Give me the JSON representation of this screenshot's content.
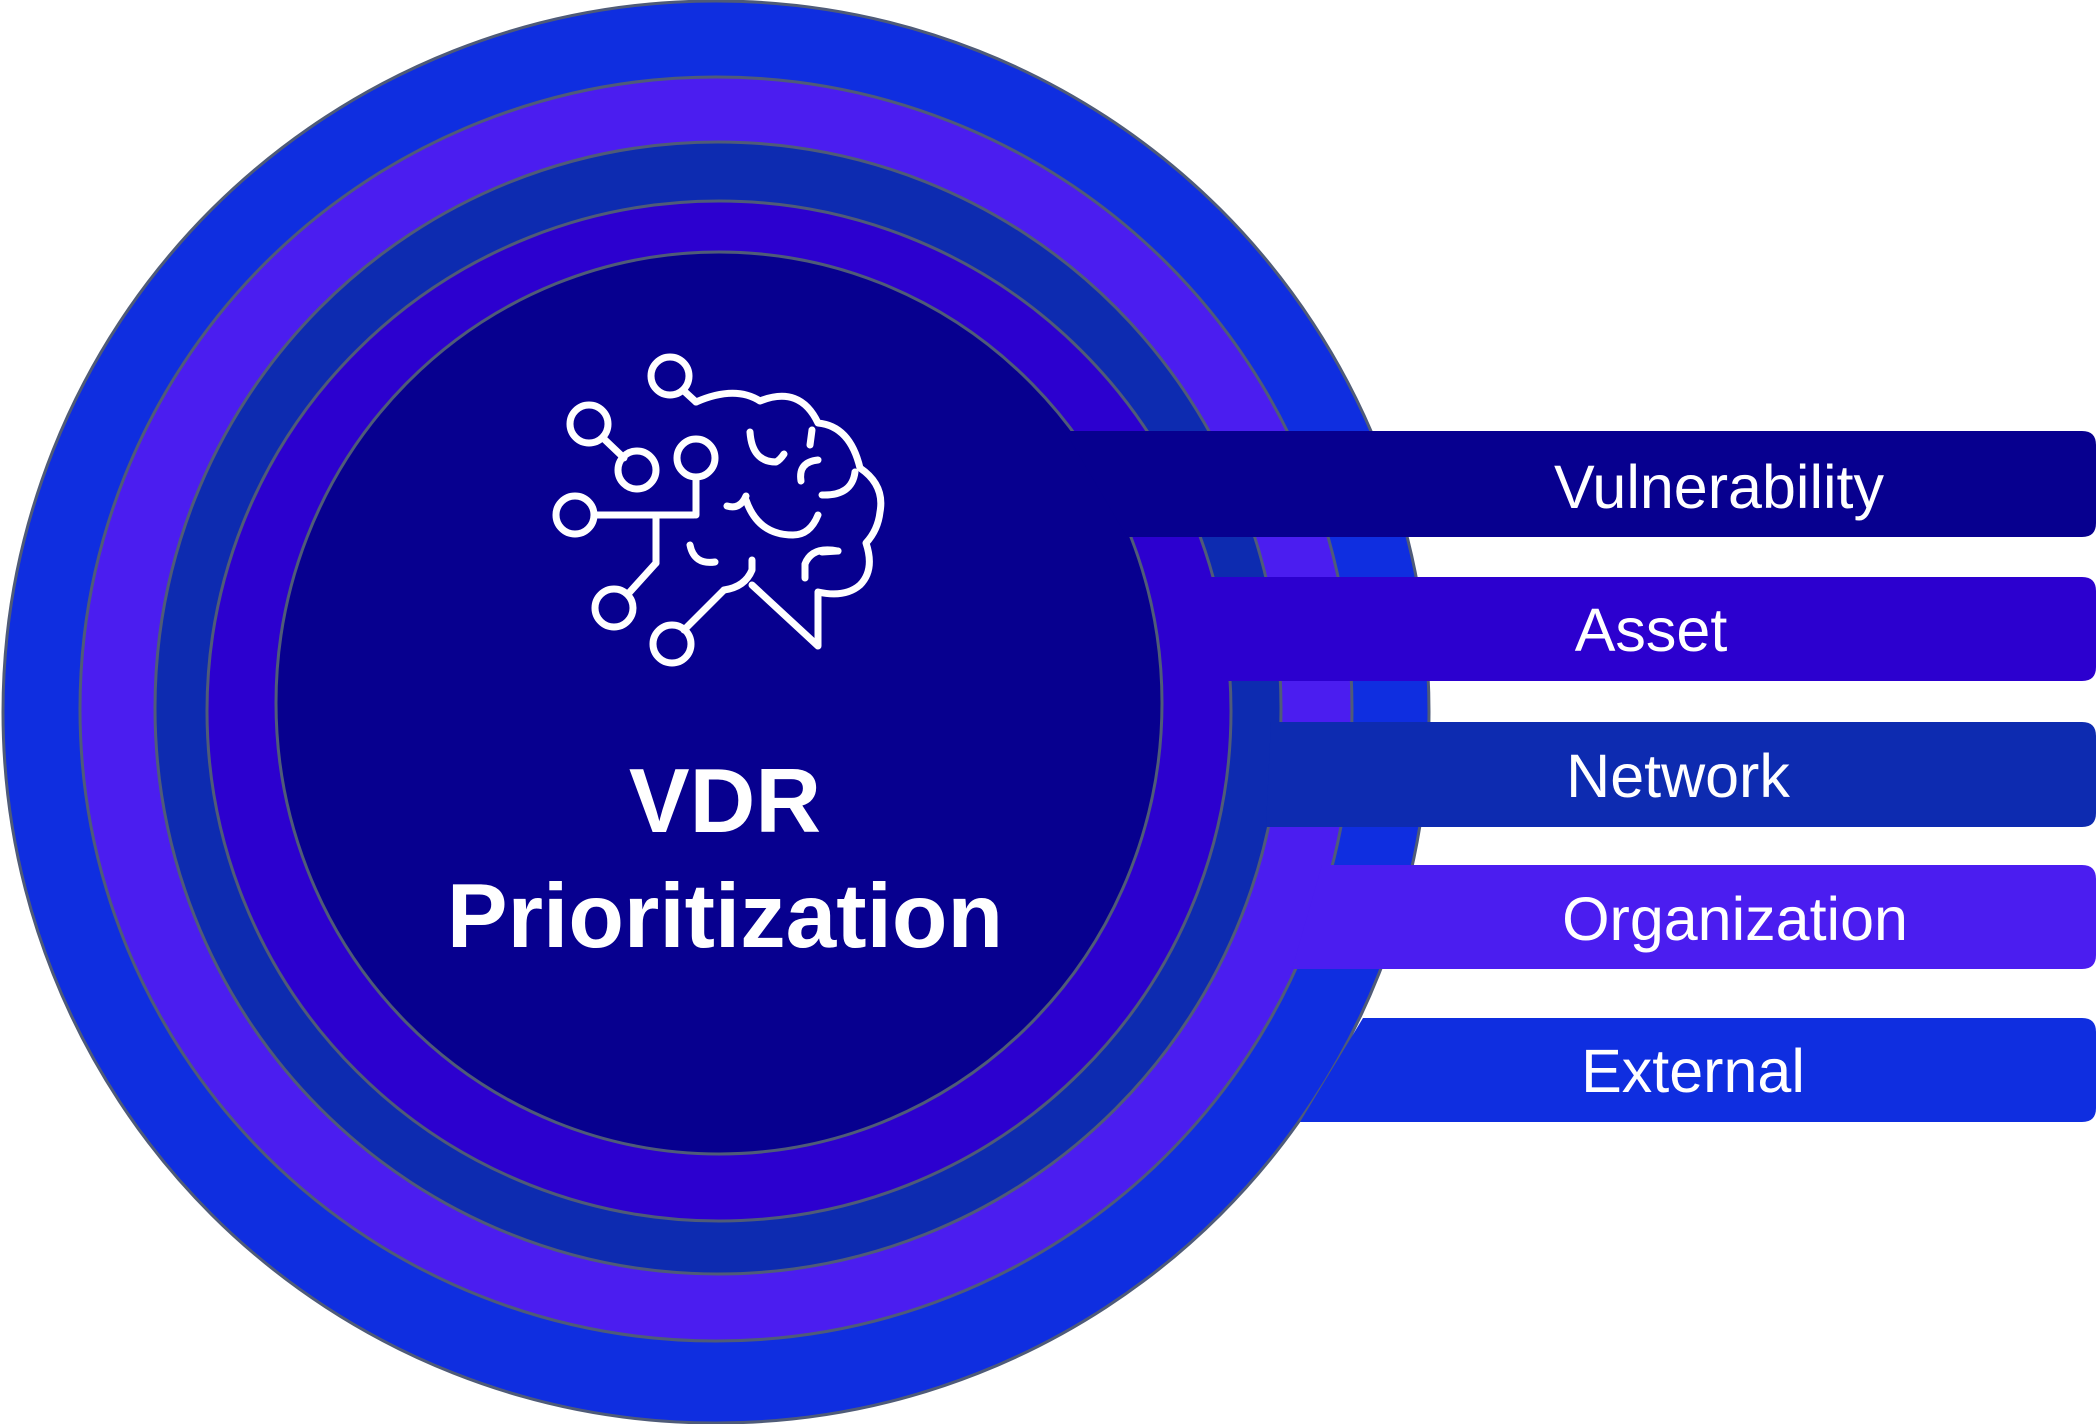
{
  "title": {
    "line1": "VDR",
    "line2": "Prioritization"
  },
  "center_icon": "brain-network-icon",
  "layers": [
    {
      "label": "Vulnerability",
      "color": "#07008f"
    },
    {
      "label": "Asset",
      "color": "#2c00cf"
    },
    {
      "label": "Network",
      "color": "#0d2bb0"
    },
    {
      "label": "Organization",
      "color": "#4b1df0"
    },
    {
      "label": "External",
      "color": "#0f2ee0"
    }
  ],
  "colors": {
    "outline": "#4f5b78",
    "icon": "#ffffff",
    "text": "#ffffff",
    "background": "#ffffff"
  }
}
